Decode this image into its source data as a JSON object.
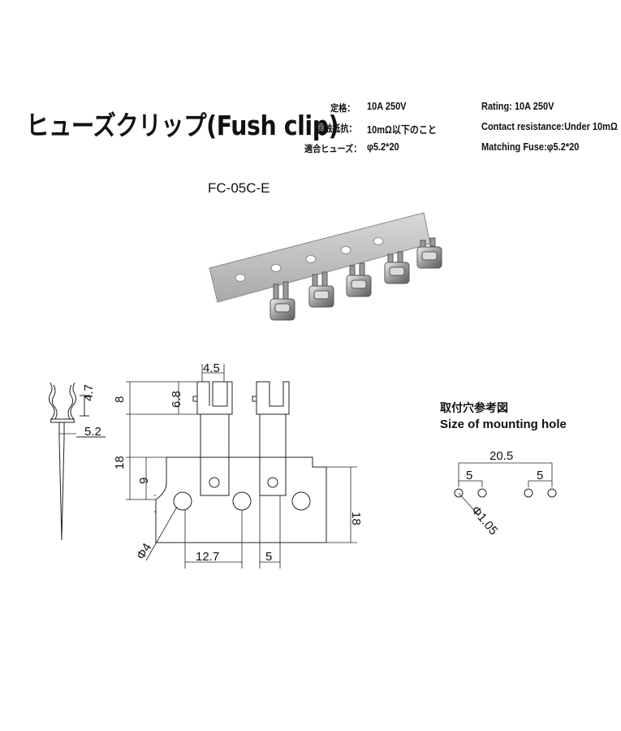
{
  "header": {
    "title": "ヒューズクリップ(Fush clip)",
    "specs_jp": [
      {
        "label": "定格：",
        "value": "10A 250V"
      },
      {
        "label": "接触抵抗：",
        "value": "10mΩ以下のこと"
      },
      {
        "label": "適合ヒューズ：",
        "value": "φ5.2*20"
      }
    ],
    "specs_en": [
      "Rating: 10A 250V",
      "Contact resistance:Under 10mΩ",
      "Matching Fuse:φ5.2*20"
    ]
  },
  "product": {
    "model": "FC-05C-E"
  },
  "drawing": {
    "dims": {
      "tab_width": "4.5",
      "top_height": "8",
      "slot_height": "6.8",
      "side_height": "4.7",
      "side_thickness": "5.2",
      "clip_height": "18",
      "lower_height": "9",
      "strip_height": "18",
      "hole_dia": "Φ4",
      "pitch": "12.7",
      "lead_width": "5"
    }
  },
  "mounting": {
    "title_jp": "取付穴参考図",
    "title_en": "Size of mounting hole",
    "dims": {
      "overall": "20.5",
      "left_spacing": "5",
      "right_spacing": "5",
      "hole_dia": "Φ1.05"
    }
  }
}
